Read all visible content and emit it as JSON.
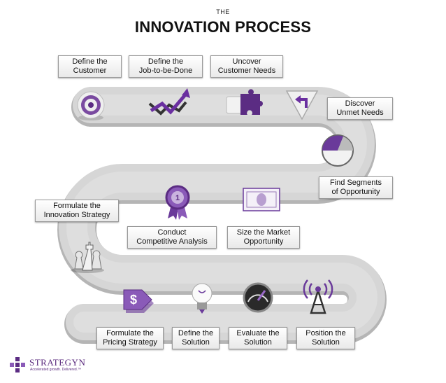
{
  "title": {
    "small": "THE",
    "main": "INNOVATION PROCESS"
  },
  "steps": [
    {
      "line1": "Define the",
      "line2": "Customer",
      "icon": "target-icon"
    },
    {
      "line1": "Define the",
      "line2": "Job-to-be-Done",
      "icon": "rising-arrow-icon"
    },
    {
      "line1": "Uncover",
      "line2": "Customer Needs",
      "icon": "puzzle-icon"
    },
    {
      "line1": "Discover",
      "line2": "Unmet Needs",
      "icon": "turn-sign-icon"
    },
    {
      "line1": "Find Segments",
      "line2": "of Opportunity",
      "icon": "pie-segment-icon"
    },
    {
      "line1": "Size the Market",
      "line2": "Opportunity",
      "icon": "banknote-icon"
    },
    {
      "line1": "Conduct",
      "line2": "Competitive Analysis",
      "icon": "ribbon-award-icon"
    },
    {
      "line1": "Formulate the",
      "line2": "Innovation Strategy",
      "icon": "chess-pieces-icon"
    },
    {
      "line1": "Formulate the",
      "line2": "Pricing Strategy",
      "icon": "price-tag-icon"
    },
    {
      "line1": "Define the",
      "line2": "Solution",
      "icon": "light-bulb-icon"
    },
    {
      "line1": "Evaluate the",
      "line2": "Solution",
      "icon": "gauge-icon"
    },
    {
      "line1": "Position the",
      "line2": "Solution",
      "icon": "broadcast-tower-icon"
    }
  ],
  "logo": {
    "name": "STRATEGYN",
    "tagline": "Accelerated growth. Delivered.™"
  },
  "colors": {
    "path": "#d8d8d8",
    "accent": "#5b2c83",
    "label_border": "#9a9a9a"
  }
}
